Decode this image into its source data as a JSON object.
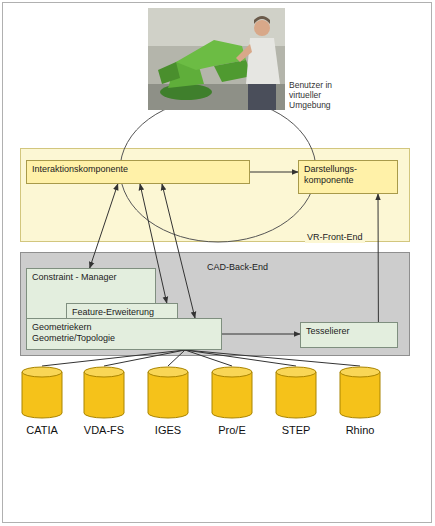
{
  "diagram": {
    "nodes": [
      {
        "text": [
          "VR-Front-End"
        ]
      },
      {
        "text": [
          "Interaktionskomponente"
        ],
        "in": 0
      },
      {
        "text": [
          "Darstellungs- komponente"
        ],
        "in": 0
      },
      {
        "text": [
          "CAD-Back-End"
        ]
      },
      {
        "text": [
          "Constraint - Manager"
        ],
        "in": 3
      },
      {
        "text": [
          "Feature-Erweiterung"
        ],
        "in": 3
      },
      {
        "text": [
          "Geometriekern Geometrie/Topologie"
        ],
        "in": 3
      },
      {
        "text": [
          "Tesselierer"
        ],
        "in": 3
      },
      {
        "text": [
          "CATIA"
        ]
      },
      {
        "text": [
          "VDA-FS"
        ]
      },
      {
        "text": [
          "IGES"
        ]
      },
      {
        "text": [
          "Pro/E"
        ]
      },
      {
        "text": [
          "STEP"
        ]
      },
      {
        "text": [
          "Rhino"
        ]
      }
    ],
    "edges": [
      {
        "from": 1,
        "to": 2,
        "arrow": "to"
      },
      {
        "from": 4,
        "to": 1,
        "arrow": "both"
      },
      {
        "from": 5,
        "to": 1,
        "arrow": "both"
      },
      {
        "from": 6,
        "to": 1,
        "arrow": "both"
      },
      {
        "from": 6,
        "to": 7,
        "arrow": "to"
      },
      {
        "from": 7,
        "to": 2,
        "arrow": "to"
      },
      {
        "from": 6,
        "to": 8,
        "arrow": "none"
      },
      {
        "from": 6,
        "to": 9,
        "arrow": "none"
      },
      {
        "from": 6,
        "to": 10,
        "arrow": "none"
      },
      {
        "from": 6,
        "to": 11,
        "arrow": "none"
      },
      {
        "from": 6,
        "to": 12,
        "arrow": "none"
      },
      {
        "from": 6,
        "to": 13,
        "arrow": "none"
      }
    ],
    "labels": [
      "Benutzer in virtueller Umgebung"
    ]
  }
}
